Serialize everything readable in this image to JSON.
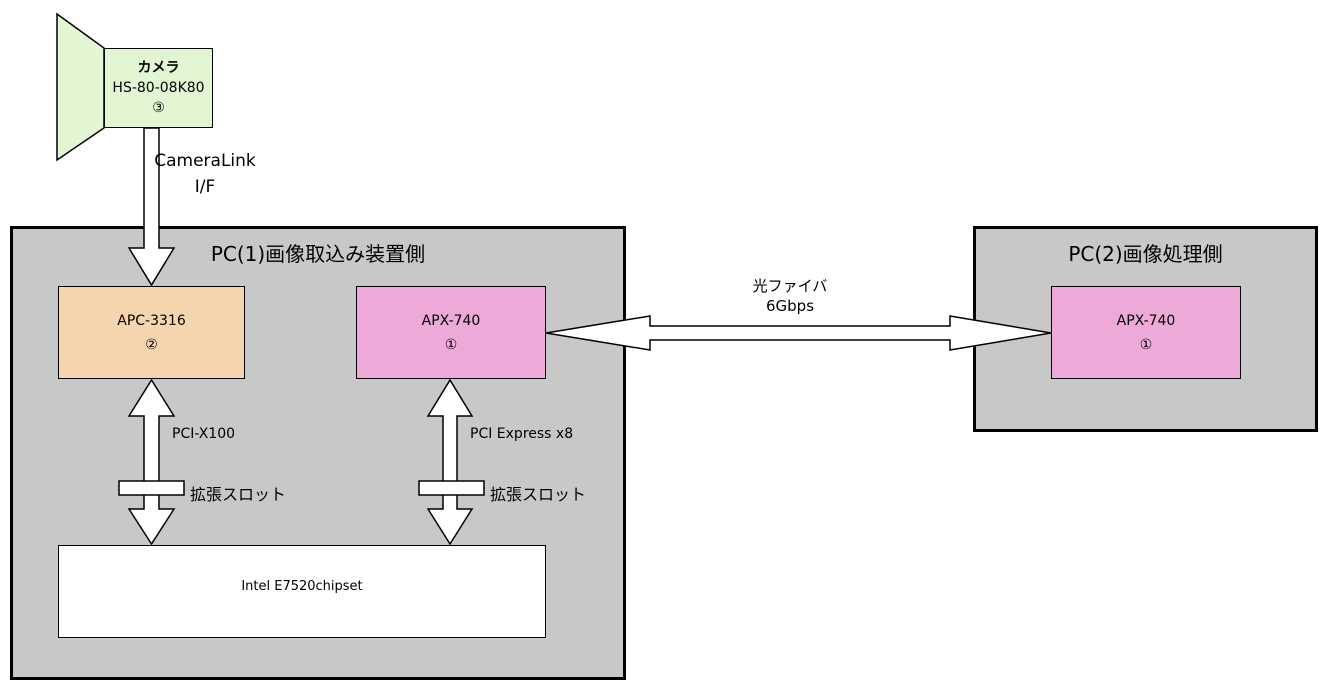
{
  "pc1": {
    "title": "PC(1)画像取込み装置側"
  },
  "pc2": {
    "title": "PC(2)画像処理側"
  },
  "camera": {
    "name": "カメラ",
    "model": "HS-80-08K80",
    "number": "③"
  },
  "camera_link": {
    "line1": "CameraLink",
    "line2": "I/F"
  },
  "apc": {
    "name": "APC-3316",
    "number": "②"
  },
  "apx_pc1": {
    "name": "APX-740",
    "number": "①"
  },
  "apx_pc2": {
    "name": "APX-740",
    "number": "①"
  },
  "fiber": {
    "line1": "光ファイバ",
    "line2": "6Gbps"
  },
  "bus_left": {
    "label": "PCI-X100",
    "slot": "拡張スロット"
  },
  "bus_right": {
    "label": "PCI Express x8",
    "slot": "拡張スロット"
  },
  "chipset": {
    "label": "Intel E7520chipset"
  }
}
